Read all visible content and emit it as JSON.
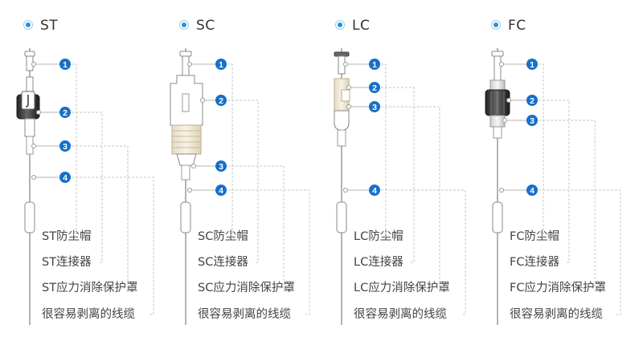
{
  "marker_color": "#1670c9",
  "connectors": [
    {
      "id": "st",
      "title": "ST",
      "parts": {
        "dust_cap": "ST防尘帽",
        "connector": "ST连接器",
        "strain_relief": "ST应力消除保护罩",
        "cable": "很容易剥离的线缆"
      },
      "markers": [
        "1",
        "2",
        "3",
        "4"
      ]
    },
    {
      "id": "sc",
      "title": "SC",
      "parts": {
        "dust_cap": "SC防尘帽",
        "connector": "SC连接器",
        "strain_relief": "SC应力消除保护罩",
        "cable": "很容易剥离的线缆"
      },
      "markers": [
        "1",
        "2",
        "3",
        "4"
      ]
    },
    {
      "id": "lc",
      "title": "LC",
      "parts": {
        "dust_cap": "LC防尘帽",
        "connector": "LC连接器",
        "strain_relief": "LC应力消除保护罩",
        "cable": "很容易剥离的线缆"
      },
      "markers": [
        "1",
        "2",
        "3",
        "4"
      ]
    },
    {
      "id": "fc",
      "title": "FC",
      "parts": {
        "dust_cap": "FC防尘帽",
        "connector": "FC连接器",
        "strain_relief": "FC应力消除保护罩",
        "cable": "很容易剥离的线缆"
      },
      "markers": [
        "1",
        "2",
        "3",
        "4"
      ]
    }
  ]
}
